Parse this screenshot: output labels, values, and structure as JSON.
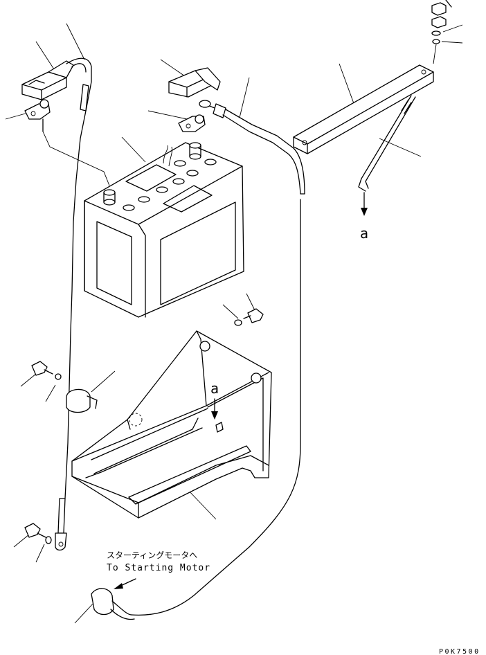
{
  "labels": {
    "destination_jp": "スターティングモータへ",
    "destination_en": "To Starting Motor",
    "arrow_ref_top": "a",
    "arrow_ref_bracket": "a",
    "drawing_code": "P0K7500"
  },
  "colors": {
    "ink": "#000000",
    "paper": "#ffffff"
  }
}
